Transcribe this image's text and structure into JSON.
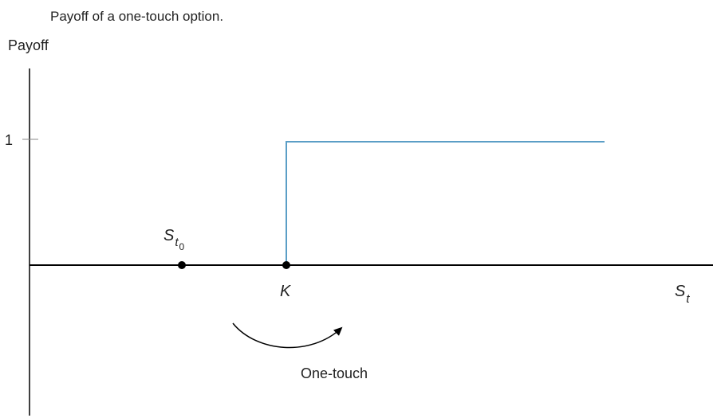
{
  "caption": "Payoff of a one-touch option.",
  "y_axis": {
    "label": "Payoff",
    "tick_label": "1"
  },
  "x_axis": {
    "label_main": "S",
    "label_sub": "t"
  },
  "points": {
    "spot": {
      "label_main": "S",
      "label_sub": "t",
      "label_subsub": "0"
    },
    "strike": {
      "label": "K"
    }
  },
  "arrow": {
    "label": "One-touch"
  },
  "colors": {
    "payoff_line": "#5b9ec6",
    "axes": "#000000",
    "text": "#222222"
  }
}
